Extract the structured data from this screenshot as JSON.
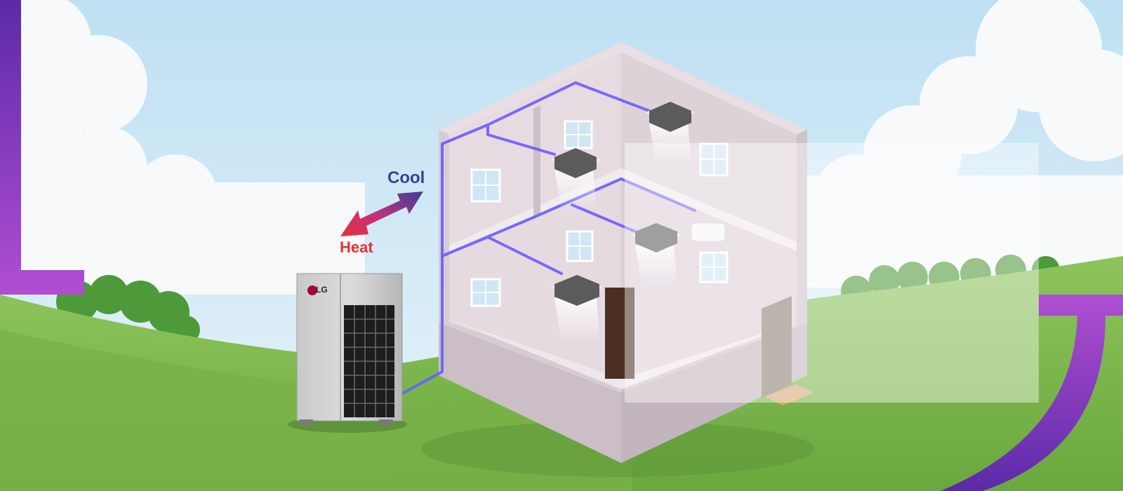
{
  "arrows": {
    "cool_label": "Cool",
    "heat_label": "Heat",
    "cool_color": "#3b3f99",
    "heat_color": "#e8303b"
  },
  "outdoor_unit": {
    "brand": "LG",
    "brand_color": "#a50034"
  },
  "colors": {
    "sky": "#cde7f5",
    "grass": "#7ab34c",
    "accent_purple": "#8a3fc4",
    "pipe": "#6a5cff",
    "wall": "#e9dfe4"
  }
}
